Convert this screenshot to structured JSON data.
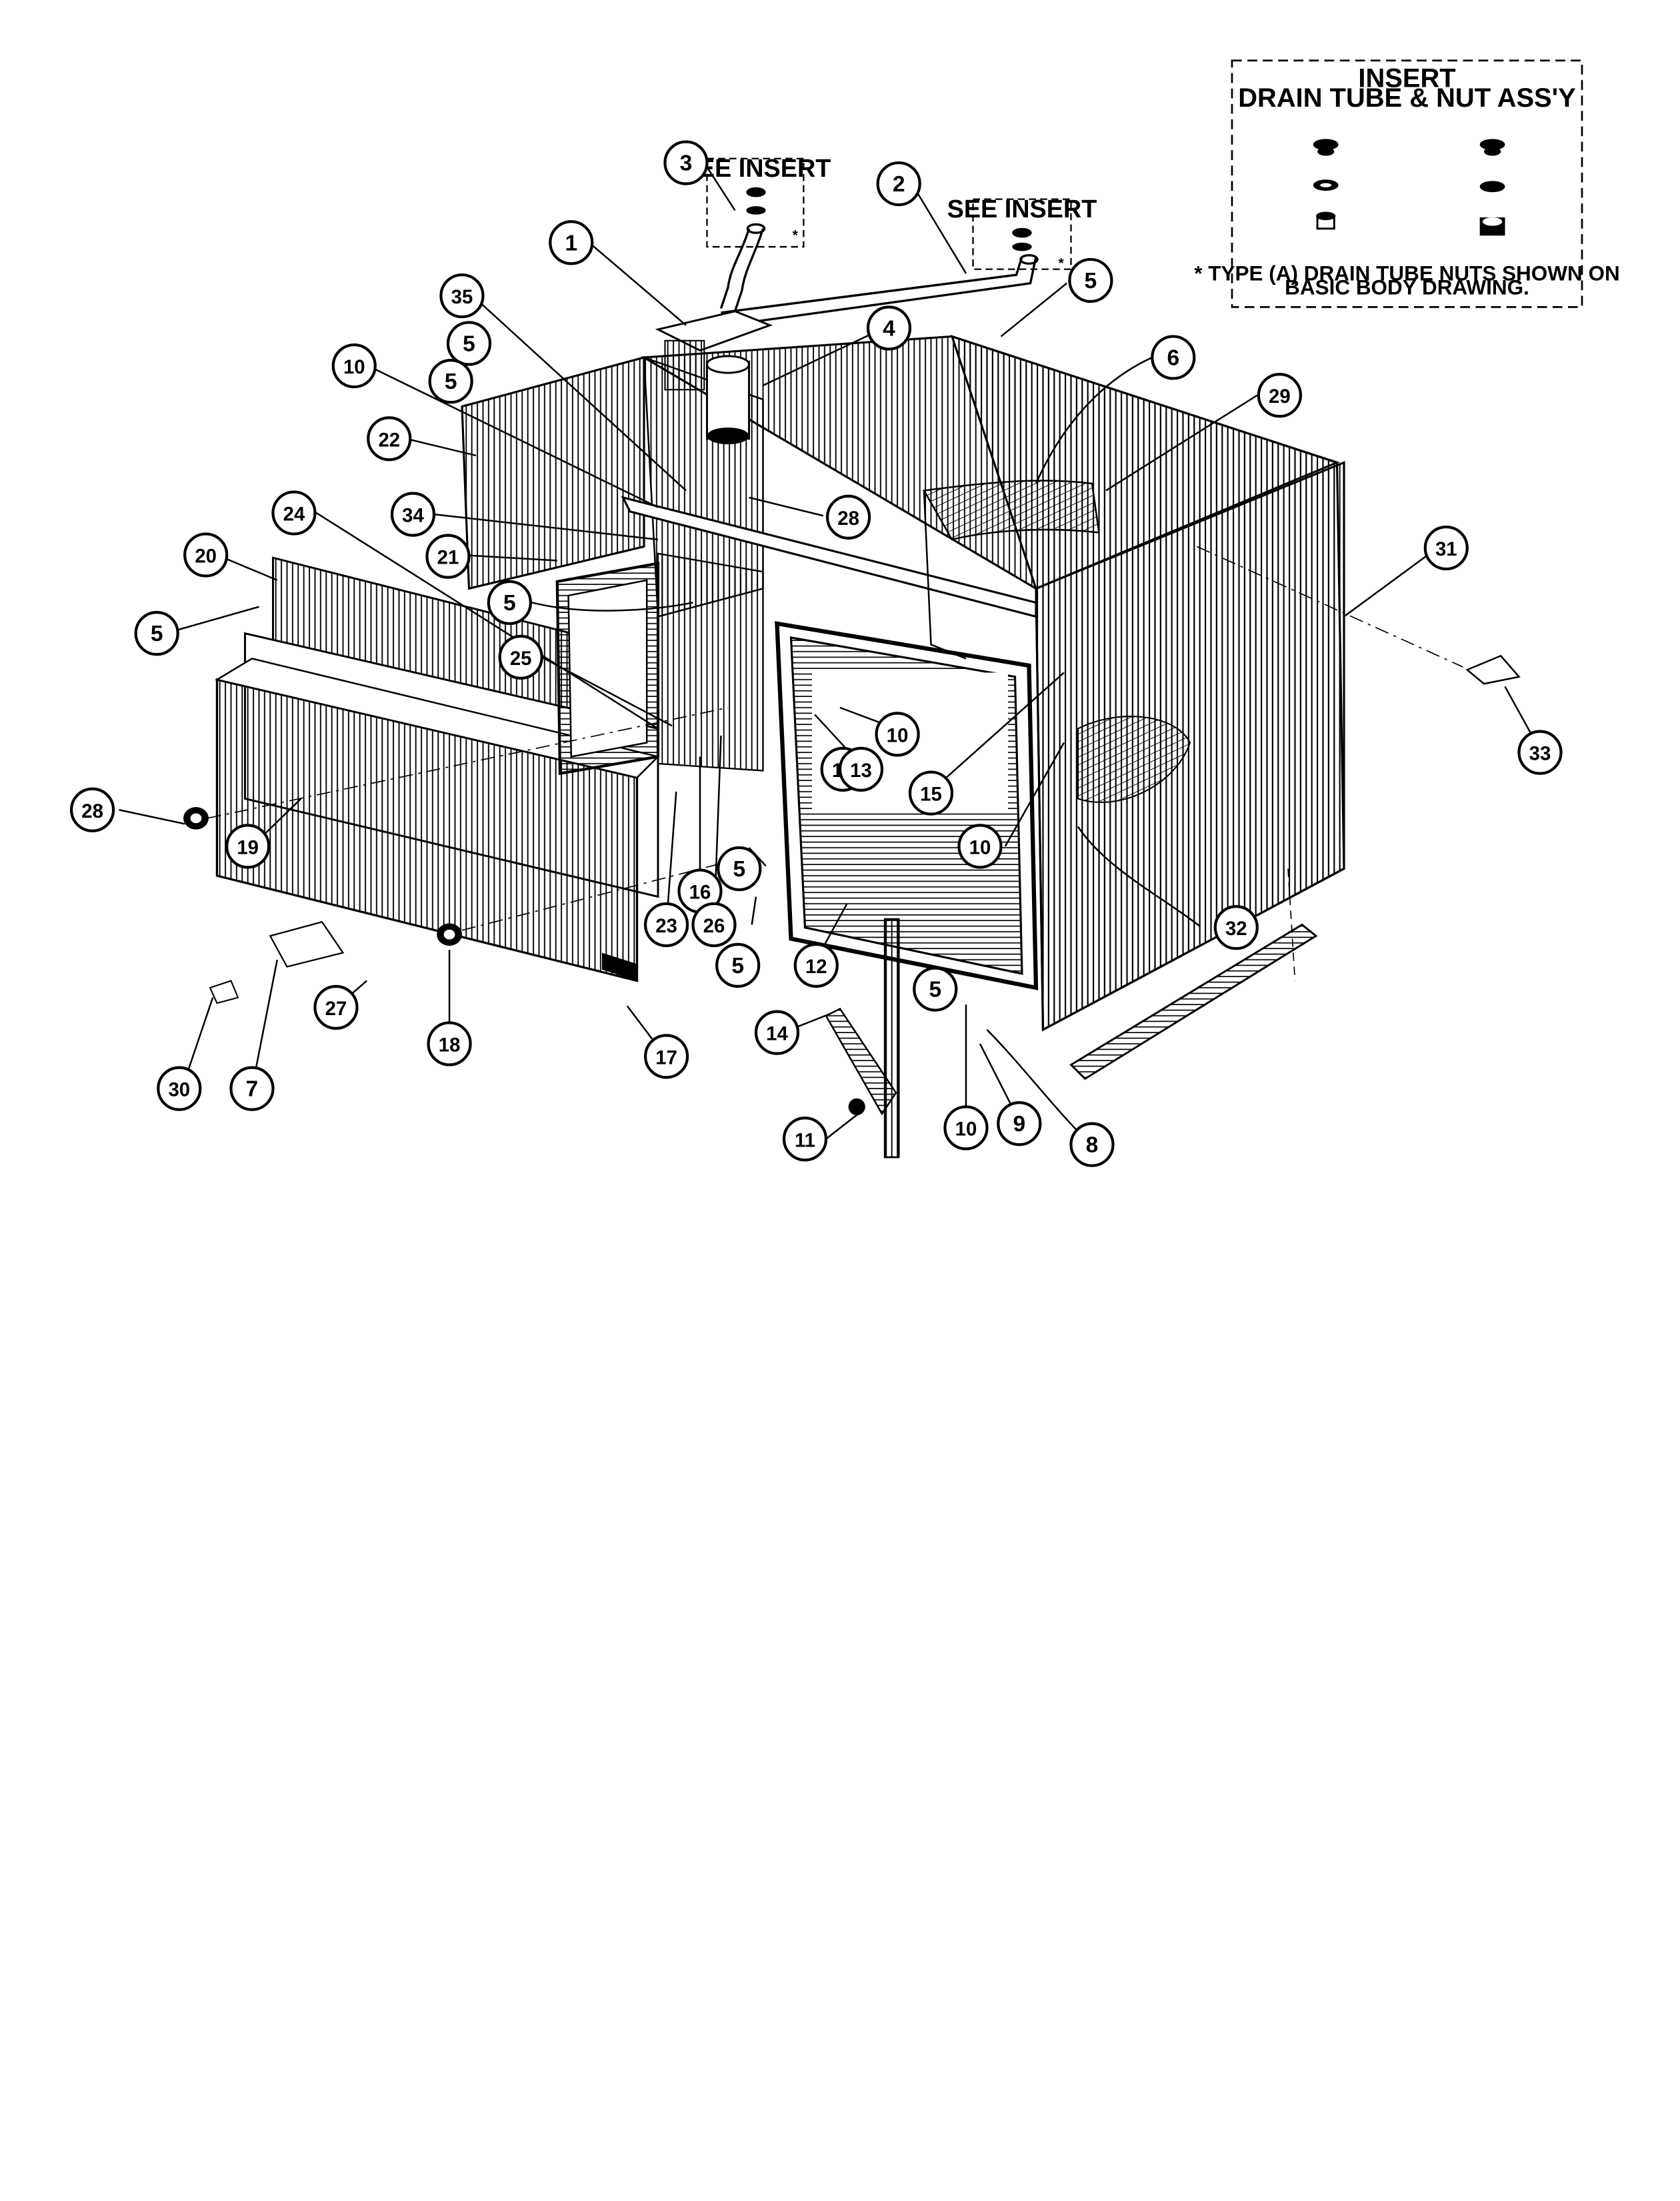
{
  "insert": {
    "title_line1": "INSERT",
    "title_line2": "DRAIN TUBE & NUT ASS'Y",
    "note_line1": "* TYPE (A) DRAIN TUBE NUTS SHOWN ON",
    "note_line2": "BASIC BODY DRAWING."
  },
  "see_insert_label": "SEE INSERT",
  "asterisk": "*",
  "callouts": [
    "1",
    "2",
    "3",
    "4",
    "5",
    "5",
    "5",
    "5",
    "5",
    "5",
    "5",
    "5",
    "6",
    "7",
    "8",
    "9",
    "10",
    "10",
    "10",
    "10",
    "10",
    "11",
    "12",
    "13",
    "14",
    "15",
    "16",
    "17",
    "18",
    "19",
    "20",
    "21",
    "22",
    "23",
    "24",
    "25",
    "26",
    "27",
    "28",
    "28",
    "29",
    "30",
    "31",
    "32",
    "33",
    "34",
    "35"
  ]
}
